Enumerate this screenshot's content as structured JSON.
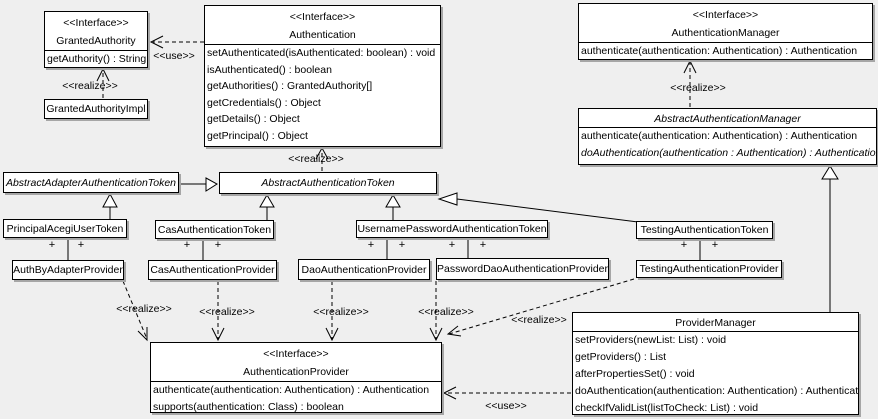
{
  "labels": {
    "use": "<<use>>",
    "realize": "<<realize>>",
    "plus": "+"
  },
  "classes": {
    "granted_authority": {
      "stereotype": "<<Interface>>",
      "name": "GrantedAuthority",
      "methods": [
        "getAuthority() : String"
      ]
    },
    "granted_authority_impl": {
      "name": "GrantedAuthorityImpl"
    },
    "authentication": {
      "stereotype": "<<Interface>>",
      "name": "Authentication",
      "methods": [
        "setAuthenticated(isAuthenticated: boolean) : void",
        "isAuthenticated() : boolean",
        "getAuthorities() : GrantedAuthority[]",
        "getCredentials() : Object",
        "getDetails() : Object",
        "getPrincipal() : Object"
      ]
    },
    "authentication_manager": {
      "stereotype": "<<Interface>>",
      "name": "AuthenticationManager",
      "methods": [
        "authenticate(authentication: Authentication) : Authentication"
      ]
    },
    "abstract_authentication_manager": {
      "name": "AbstractAuthenticationManager",
      "methods": [
        "authenticate(authentication: Authentication) : Authentication",
        "doAuthentication(authentication : Authentication) : Authentication"
      ]
    },
    "abstract_adapter_authentication_token": {
      "name": "AbstractAdapterAuthenticationToken"
    },
    "abstract_authentication_token": {
      "name": "AbstractAuthenticationToken"
    },
    "principal_acegi_user_token": {
      "name": "PrincipalAcegiUserToken"
    },
    "cas_authentication_token": {
      "name": "CasAuthenticationToken"
    },
    "username_password_authentication_token": {
      "name": "UsernamePasswordAuthenticationToken"
    },
    "testing_authentication_token": {
      "name": "TestingAuthenticationToken"
    },
    "auth_by_adapter_provider": {
      "name": "AuthByAdapterProvider"
    },
    "cas_authentication_provider": {
      "name": "CasAuthenticationProvider"
    },
    "dao_authentication_provider": {
      "name": "DaoAuthenticationProvider"
    },
    "password_dao_authentication_provider": {
      "name": "PasswordDaoAuthenticationProvider"
    },
    "testing_authentication_provider": {
      "name": "TestingAuthenticationProvider"
    },
    "authentication_provider": {
      "stereotype": "<<Interface>>",
      "name": "AuthenticationProvider",
      "methods": [
        "authenticate(authentication: Authentication) : Authentication",
        "supports(authentication: Class) : boolean"
      ]
    },
    "provider_manager": {
      "name": "ProviderManager",
      "methods": [
        "setProviders(newList: List) : void",
        "getProviders() : List",
        "afterPropertiesSet() : void",
        "doAuthentication(authentication: Authentication) : Authentication",
        "checkIfValidList(listToCheck: List) : void"
      ]
    }
  },
  "colors": {
    "background": "#efefef",
    "box_fill": "#ffffff",
    "line": "#000000",
    "shadow": "#a6a6a6"
  }
}
